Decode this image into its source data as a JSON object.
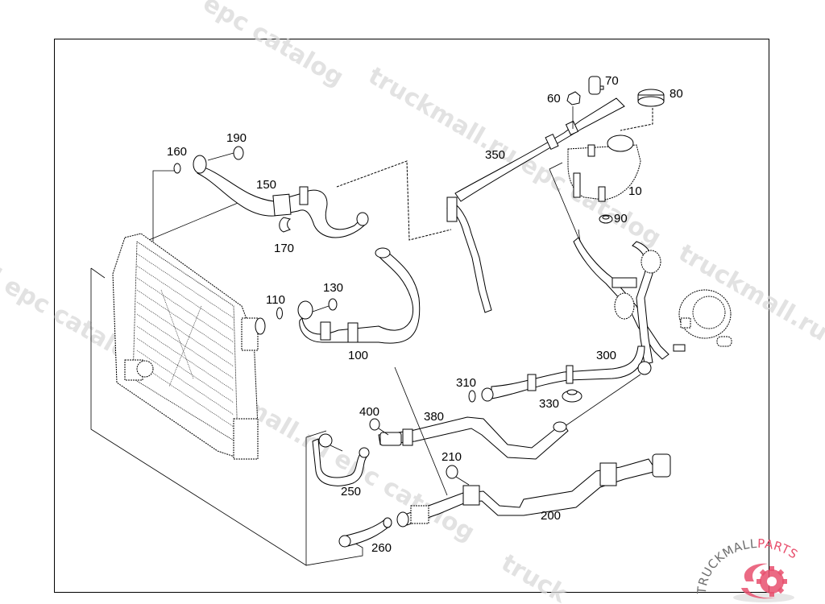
{
  "diagram": {
    "title": "Cooling system – radiator, hoses and expansion tank",
    "frame": true,
    "callouts": [
      {
        "id": "10",
        "label": "10",
        "part": "expansion-tank"
      },
      {
        "id": "60",
        "label": "60",
        "part": "nut"
      },
      {
        "id": "70",
        "label": "70",
        "part": "sensor"
      },
      {
        "id": "80",
        "label": "80",
        "part": "cap"
      },
      {
        "id": "90",
        "label": "90",
        "part": "rubber-mount"
      },
      {
        "id": "100",
        "label": "100",
        "part": "hose"
      },
      {
        "id": "110",
        "label": "110",
        "part": "o-ring"
      },
      {
        "id": "130",
        "label": "130",
        "part": "washer"
      },
      {
        "id": "150",
        "label": "150",
        "part": "upper-hose"
      },
      {
        "id": "160",
        "label": "160",
        "part": "o-ring"
      },
      {
        "id": "170",
        "label": "170",
        "part": "clip"
      },
      {
        "id": "190",
        "label": "190",
        "part": "washer"
      },
      {
        "id": "200",
        "label": "200",
        "part": "coolant-line"
      },
      {
        "id": "210",
        "label": "210",
        "part": "washer"
      },
      {
        "id": "250",
        "label": "250",
        "part": "hose"
      },
      {
        "id": "260",
        "label": "260",
        "part": "hose"
      },
      {
        "id": "300",
        "label": "300",
        "part": "coolant-line"
      },
      {
        "id": "310",
        "label": "310",
        "part": "o-ring"
      },
      {
        "id": "330",
        "label": "330",
        "part": "rubber-mount"
      },
      {
        "id": "350",
        "label": "350",
        "part": "vent-line"
      },
      {
        "id": "380",
        "label": "380",
        "part": "coolant-line"
      },
      {
        "id": "400",
        "label": "400",
        "part": "washer"
      }
    ]
  },
  "watermarks": [
    "epc catalog",
    "truckmall.ru epc catalog",
    "l epc catalog",
    "truckmall.ru e",
    "mall.ru epc catalog",
    "truck"
  ],
  "logo": {
    "text_dark": "TRUCKMALL",
    "text_accent": "PARTS",
    "accent_color": "#e8506e",
    "dark_color": "#6f6f6f"
  }
}
